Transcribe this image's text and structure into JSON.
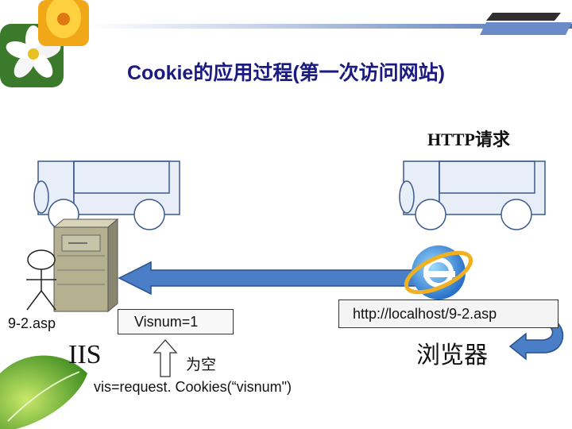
{
  "title": "Cookie的应用过程(第一次访问网站)",
  "http_request_label": "HTTP请求",
  "server": {
    "page": "9-2.asp",
    "name": "IIS"
  },
  "cookie_box": "Visnum=1",
  "empty_label": "为空",
  "code_line": "vis=request. Cookies(“visnum\")",
  "browser": {
    "url": "http://localhost/9-2.asp",
    "name": "浏览器"
  },
  "colors": {
    "title": "#1a1a80",
    "arrow_fill": "#4a7fc8",
    "arrow_outline": "#2a4f8a",
    "truck": "#e8eef8",
    "truck_outline": "#3c5a8c",
    "server": "#b4b090",
    "top_bar": "#4a6fb0"
  },
  "icons": [
    "flower-icon",
    "truck-icon",
    "server-icon",
    "stick-figure-icon",
    "ie-icon",
    "leaf-icon",
    "return-arrow-icon",
    "up-arrow-icon"
  ]
}
